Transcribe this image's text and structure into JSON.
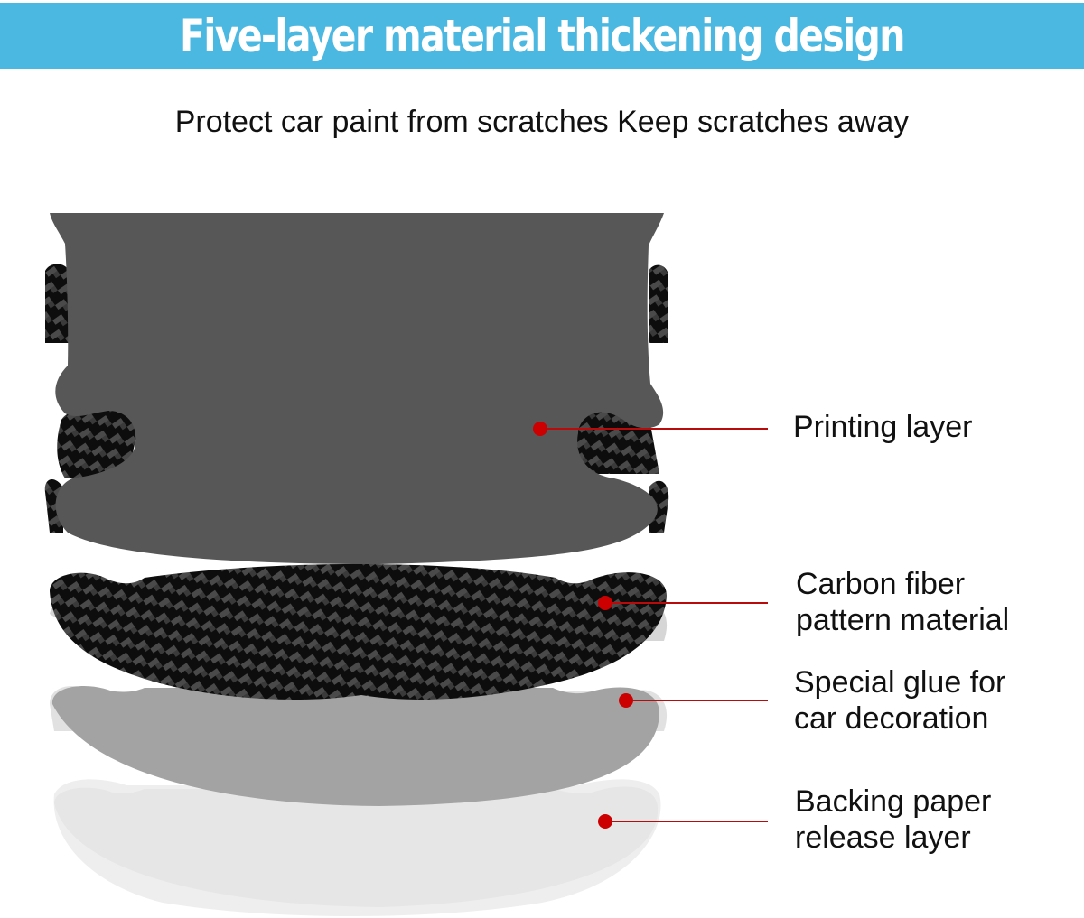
{
  "header": {
    "title": "Five-layer material thickening design",
    "background_color": "#4bb8e2"
  },
  "subtitle": "Protect car paint from scratches Keep scratches away",
  "diagram": {
    "leader_color": "#b80c0c",
    "layers": [
      {
        "id": "printing",
        "label_line1": "Printing layer",
        "label_line2": "",
        "fill": "#575757"
      },
      {
        "id": "carbon",
        "label_line1": "Carbon fiber",
        "label_line2": "pattern material",
        "fill": "carbon-fiber-pattern"
      },
      {
        "id": "glue",
        "label_line1": "Special glue for",
        "label_line2": "car decoration",
        "fill": "#a3a3a3"
      },
      {
        "id": "backing",
        "label_line1": "Backing paper",
        "label_line2": "release layer",
        "fill": "#e6e6e6"
      }
    ]
  }
}
